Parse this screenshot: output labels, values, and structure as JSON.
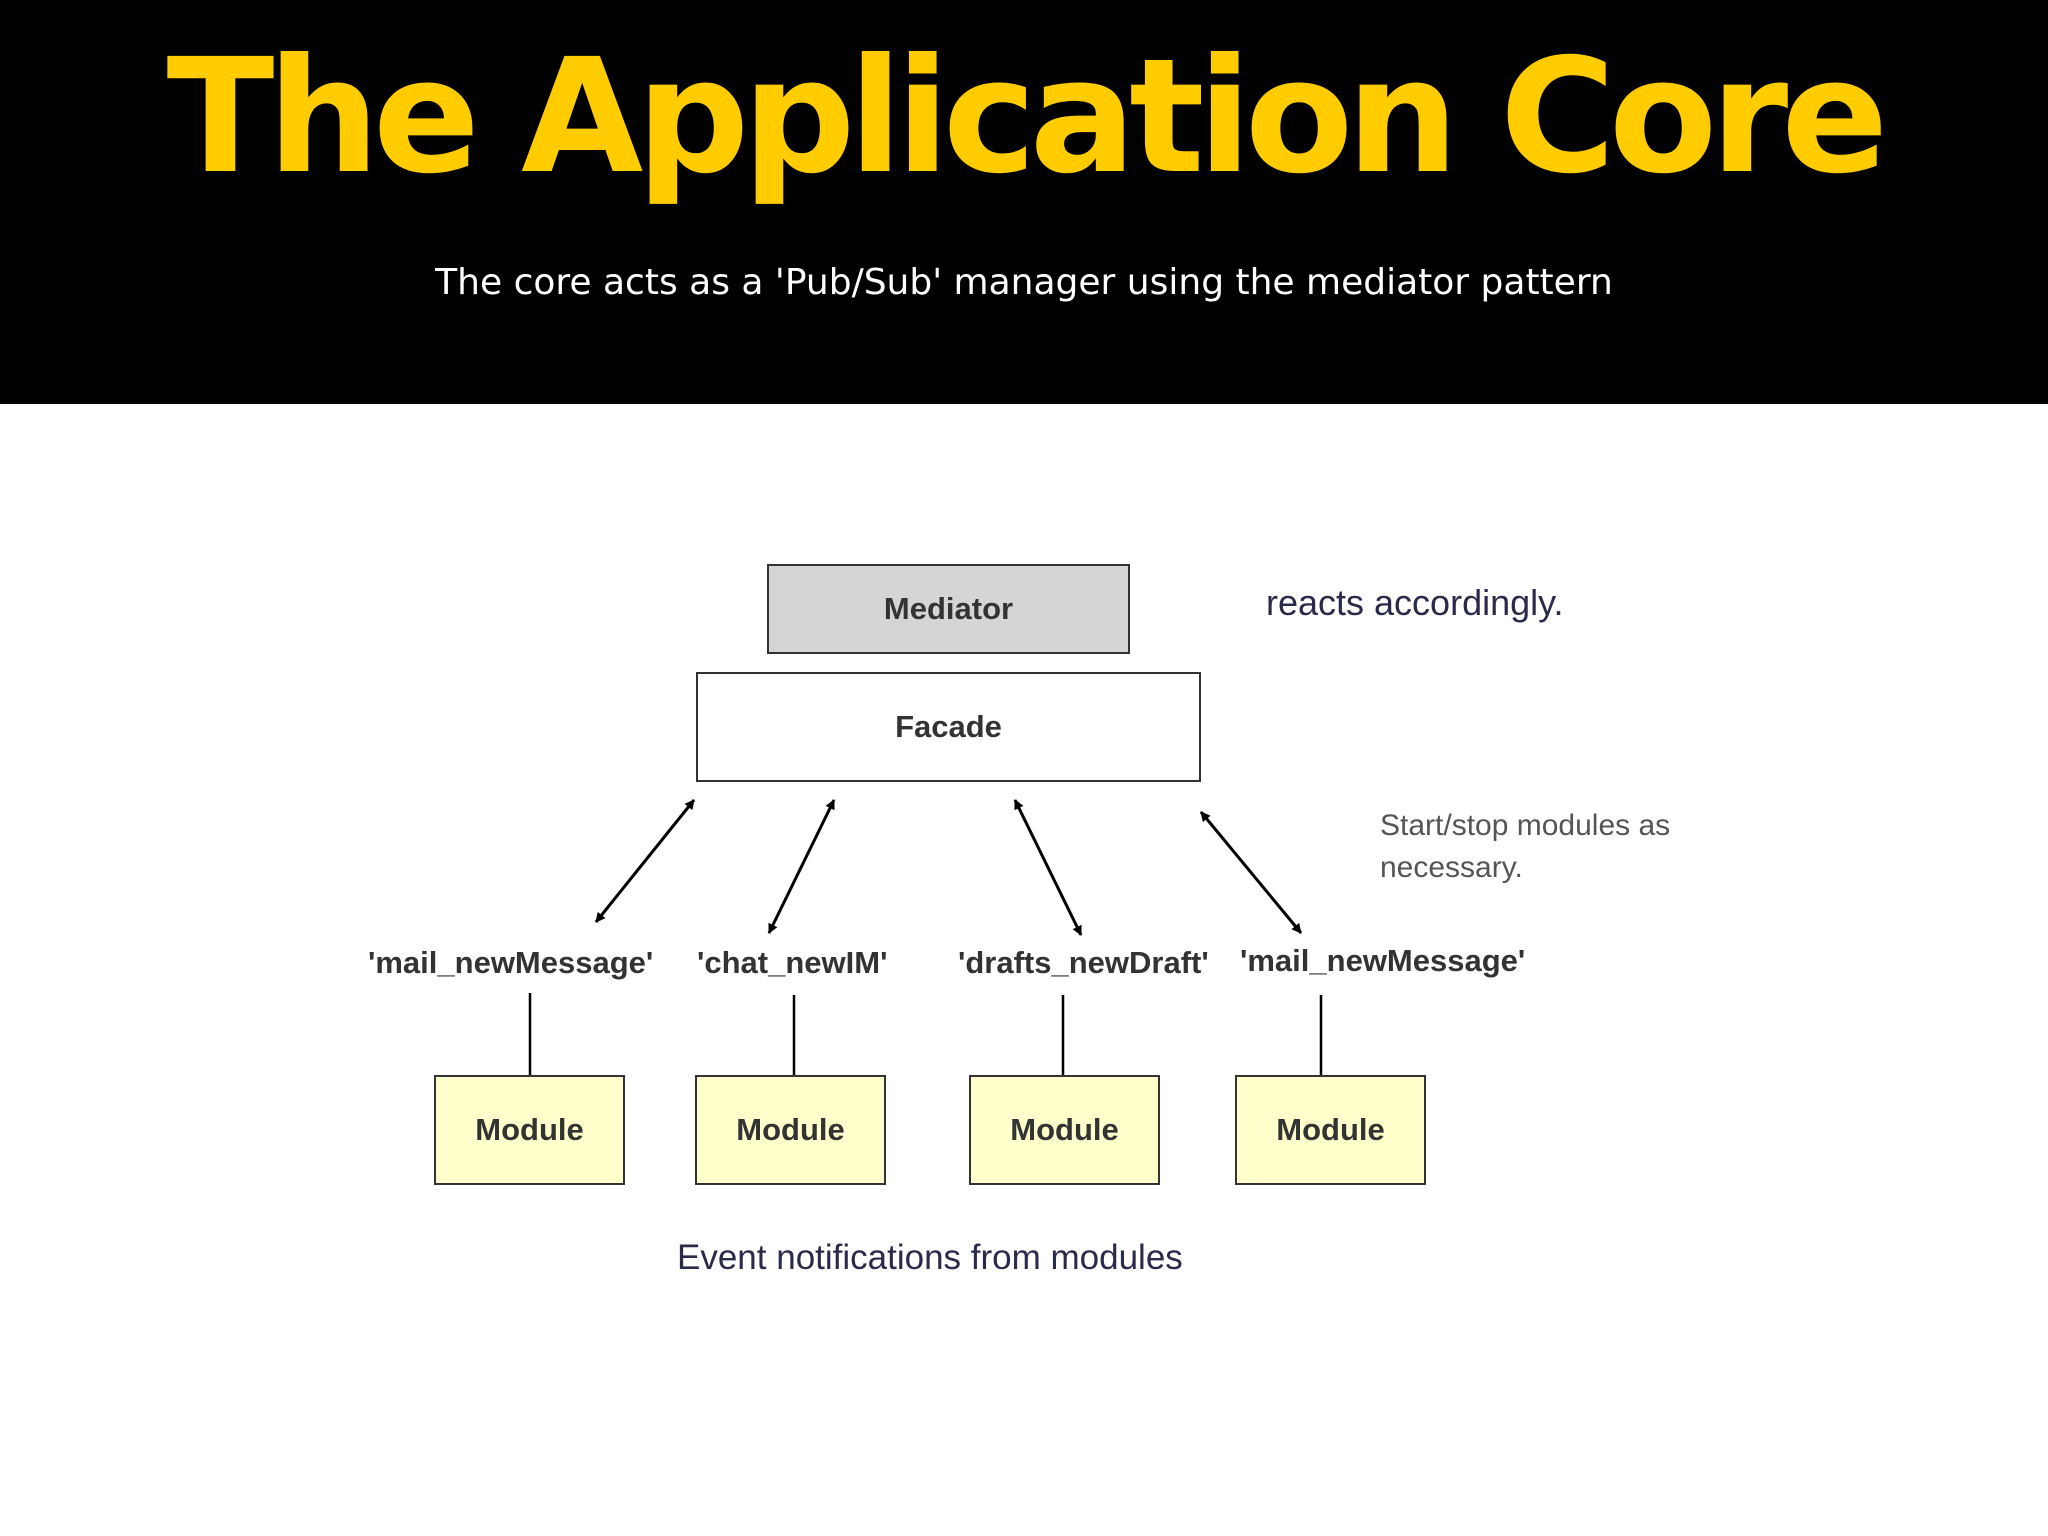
{
  "slide": {
    "title": "The Application Core",
    "subtitle": "The core acts as a 'Pub/Sub' manager using the mediator pattern"
  },
  "diagram": {
    "mediator_label": "Mediator",
    "facade_label": "Facade",
    "events": [
      "'mail_newMessage'",
      "'chat_newIM'",
      "'drafts_newDraft'",
      "'mail_newMessage'"
    ],
    "module_label": "Module",
    "note_reacts": "reacts accordingly.",
    "note_startstop_line1": "Start/stop modules as",
    "note_startstop_line2": "necessary.",
    "note_events": "Event notifications from modules"
  },
  "colors": {
    "header_bg": "#000000",
    "title": "#ffcc00",
    "mediator_fill": "#d5d5d5",
    "module_fill": "#ffffcc"
  }
}
